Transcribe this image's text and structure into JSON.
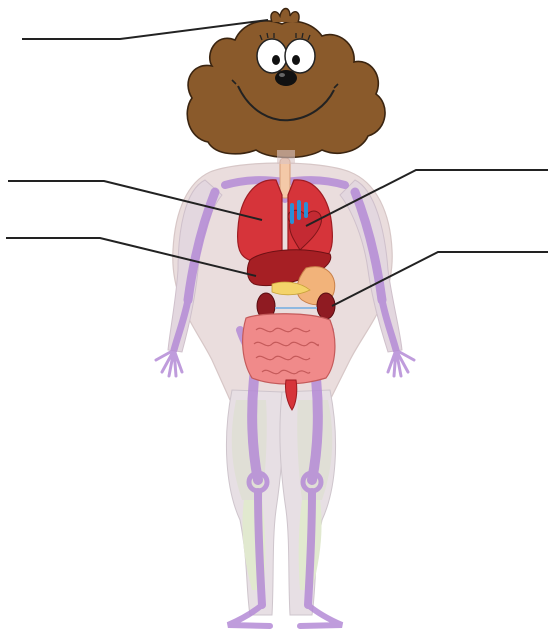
{
  "figure": {
    "kind": "labeling worksheet (blank answer lines)",
    "label_lines": [
      {
        "id": "brain",
        "target": "head"
      },
      {
        "id": "lungs",
        "target": "lungs"
      },
      {
        "id": "liver",
        "target": "liver"
      },
      {
        "id": "heart",
        "target": "heart"
      },
      {
        "id": "kidneys",
        "target": "kidneys"
      }
    ],
    "colors": {
      "head_fur": "#8a5a2b",
      "outline": "#222222",
      "muscle": "#c9a9c9",
      "bone": "#b58bd6",
      "organ_red": "#d6343a",
      "intestine": "#f08a8a",
      "liver": "#a61f24",
      "heart_blue": "#2a8fd6",
      "stomach": "#f2b37a"
    }
  }
}
